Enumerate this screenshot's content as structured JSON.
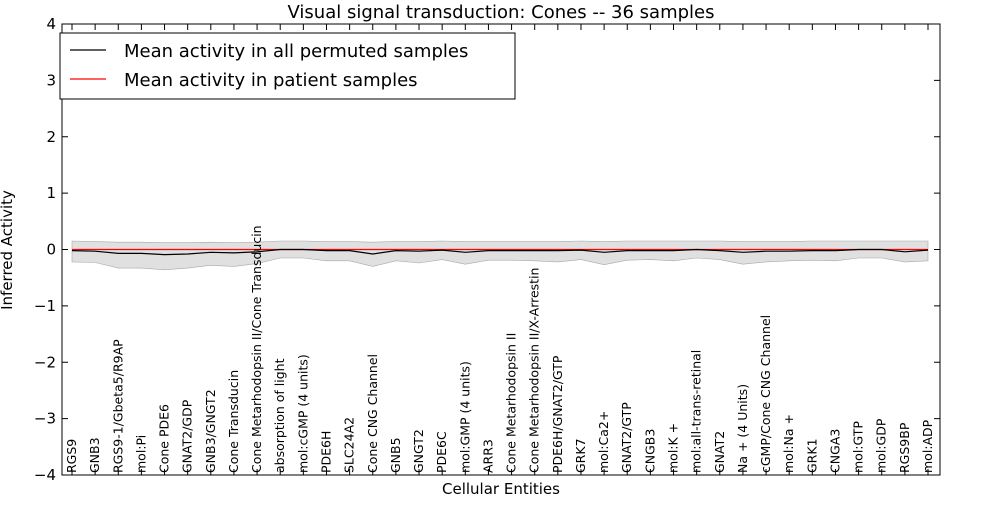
{
  "colors": {
    "background": "#ffffff",
    "band": "#e0e0e0",
    "band_edge": "#a8a8a8",
    "permuted_line": "#000000",
    "patient_line": "#ff0000",
    "axes": "#000000"
  },
  "chart_data": {
    "type": "line",
    "title": "Visual signal transduction: Cones -- 36 samples",
    "xlabel": "Cellular Entities",
    "ylabel": "Inferred Activity",
    "ylim": [
      -4,
      4
    ],
    "yticks": [
      "−4",
      "−3",
      "−2",
      "−1",
      "0",
      "1",
      "2",
      "3",
      "4"
    ],
    "grid": false,
    "legend_position": "top-left",
    "categories": [
      "RGS9",
      "GNB3",
      "RGS9-1/Gbeta5/R9AP",
      "mol:Pi",
      "Cone PDE6",
      "GNAT2/GDP",
      "GNB3/GNGT2",
      "Cone Transducin",
      "Cone Metarhodopsin II/Cone Transducin",
      "absorption of light",
      "mol:cGMP (4 units)",
      "PDE6H",
      "SLC24A2",
      "Cone CNG Channel",
      "GNB5",
      "GNGT2",
      "PDE6C",
      "mol:GMP (4 units)",
      "ARR3",
      "Cone Metarhodopsin II",
      "Cone Metarhodopsin II/X-Arrestin",
      "PDE6H/GNAT2/GTP",
      "GRK7",
      "mol:Ca2+",
      "GNAT2/GTP",
      "CNGB3",
      "mol:K +",
      "mol:all-trans-retinal",
      "GNAT2",
      "Na + (4 Units)",
      "cGMP/Cone CNG Channel",
      "mol:Na +",
      "GRK1",
      "CNGA3",
      "mol:GTP",
      "mol:GDP",
      "RGS9BP",
      "mol:ADP"
    ],
    "series": [
      {
        "name": "Mean activity in all permuted samples",
        "color": "#000000",
        "values": [
          -0.02,
          -0.03,
          -0.07,
          -0.07,
          -0.09,
          -0.08,
          -0.05,
          -0.06,
          -0.04,
          0.0,
          0.0,
          -0.02,
          -0.02,
          -0.08,
          -0.02,
          -0.03,
          -0.01,
          -0.05,
          -0.02,
          -0.02,
          -0.02,
          -0.02,
          -0.01,
          -0.05,
          -0.02,
          -0.02,
          -0.02,
          0.0,
          -0.02,
          -0.05,
          -0.03,
          -0.03,
          -0.02,
          -0.02,
          0.0,
          0.0,
          -0.04,
          -0.01
        ],
        "band_upper": [
          0.15,
          0.14,
          0.13,
          0.13,
          0.12,
          0.12,
          0.13,
          0.12,
          0.13,
          0.15,
          0.15,
          0.14,
          0.14,
          0.13,
          0.14,
          0.14,
          0.15,
          0.14,
          0.14,
          0.14,
          0.14,
          0.14,
          0.15,
          0.14,
          0.15,
          0.15,
          0.15,
          0.15,
          0.15,
          0.14,
          0.14,
          0.14,
          0.15,
          0.15,
          0.15,
          0.15,
          0.15,
          0.15
        ],
        "band_lower": [
          -0.22,
          -0.23,
          -0.33,
          -0.33,
          -0.36,
          -0.33,
          -0.28,
          -0.3,
          -0.25,
          -0.15,
          -0.15,
          -0.2,
          -0.2,
          -0.3,
          -0.2,
          -0.24,
          -0.18,
          -0.26,
          -0.19,
          -0.19,
          -0.2,
          -0.22,
          -0.18,
          -0.27,
          -0.19,
          -0.18,
          -0.2,
          -0.15,
          -0.18,
          -0.26,
          -0.22,
          -0.2,
          -0.19,
          -0.2,
          -0.15,
          -0.15,
          -0.22,
          -0.2
        ]
      },
      {
        "name": "Mean activity in patient samples",
        "color": "#ff0000",
        "values": [
          0.0,
          0.0,
          0.0,
          0.0,
          0.0,
          0.0,
          0.0,
          0.0,
          0.0,
          0.0,
          0.0,
          0.0,
          0.0,
          0.0,
          0.0,
          0.0,
          0.0,
          0.0,
          0.0,
          0.0,
          0.0,
          0.0,
          0.0,
          0.0,
          0.0,
          0.0,
          0.0,
          0.0,
          0.0,
          0.0,
          0.0,
          0.0,
          0.0,
          0.0,
          0.0,
          0.0,
          0.0,
          0.0
        ]
      }
    ]
  }
}
